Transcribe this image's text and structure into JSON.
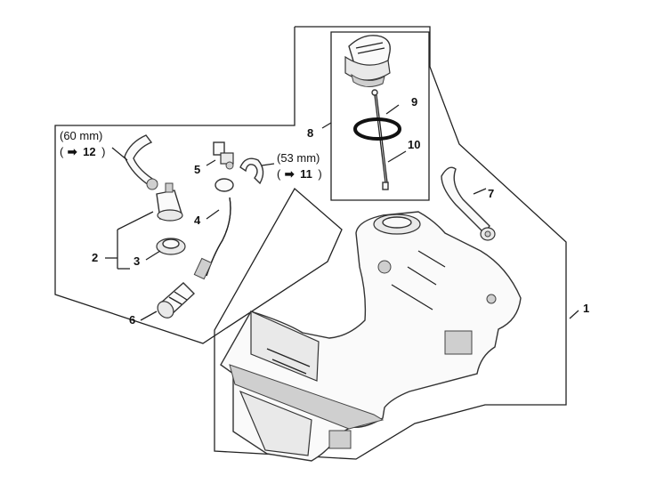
{
  "callouts": {
    "c1": "1",
    "c2": "2",
    "c3": "3",
    "c4": "4",
    "c5": "5",
    "c6": "6",
    "c7": "7",
    "c8": "8",
    "c9": "9",
    "c10": "10"
  },
  "notes": {
    "left_dim": "(60 mm)",
    "left_ref_open": "(",
    "left_ref_arrow": "➡",
    "left_ref_num": "12",
    "left_ref_close": ")",
    "right_dim": "(53 mm)",
    "right_ref_open": "(",
    "right_ref_arrow": "➡",
    "right_ref_num": "11",
    "right_ref_close": ")"
  }
}
